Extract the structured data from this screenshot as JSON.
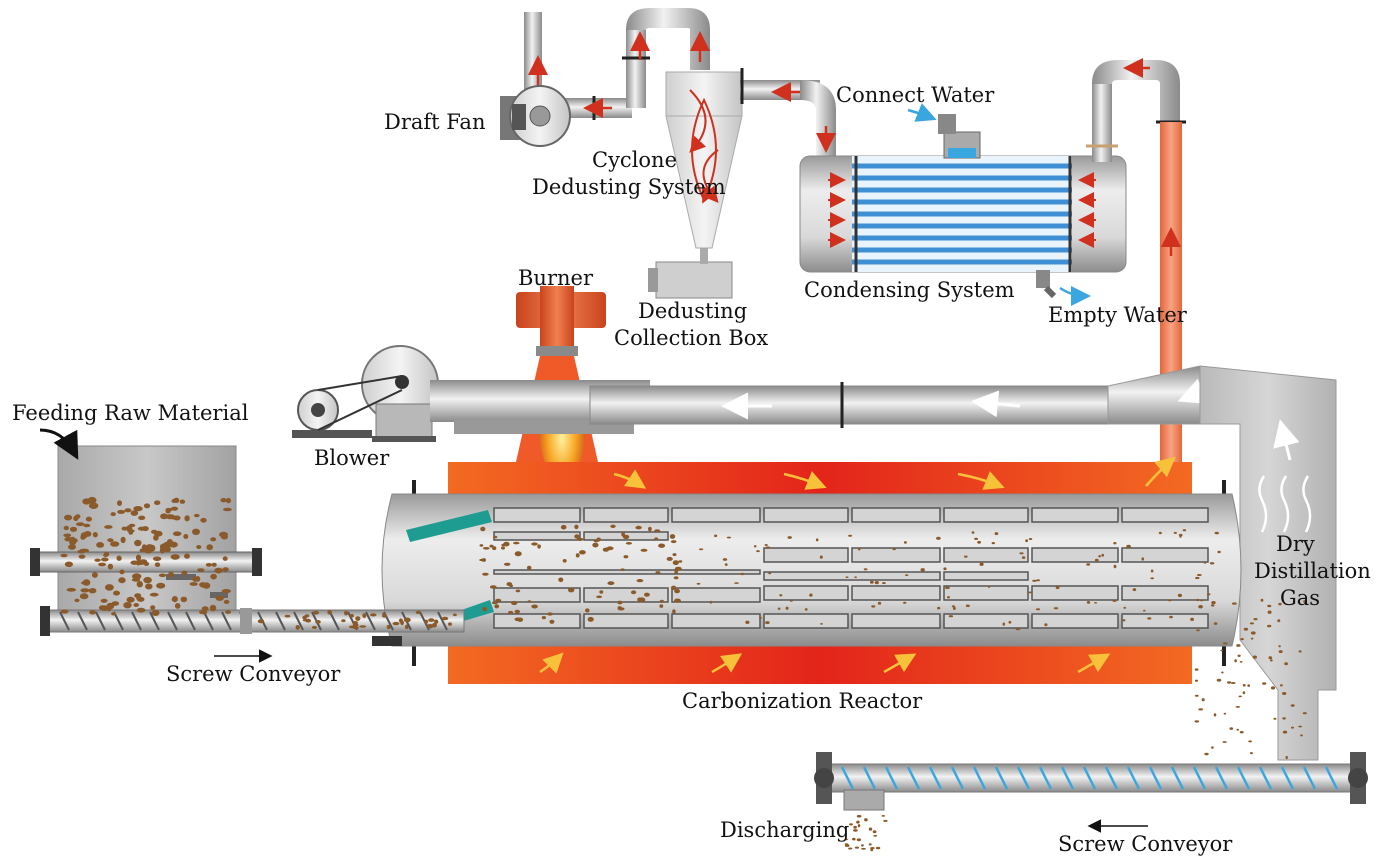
{
  "labels": {
    "draft_fan": "Draft Fan",
    "cyclone_line1": "Cyclone",
    "cyclone_line2": "Dedusting System",
    "connect_water": "Connect Water",
    "burner": "Burner",
    "dedusting_box_line1": "Dedusting",
    "dedusting_box_line2": "Collection Box",
    "condensing_system": "Condensing System",
    "empty_water": "Empty Water",
    "feeding_raw_material": "Feeding Raw Material",
    "blower": "Blower",
    "dry_gas_line1": "Dry",
    "dry_gas_line2": "Distillation",
    "dry_gas_line3": "Gas",
    "screw_conveyor_left": "Screw Conveyor",
    "carbonization_reactor": "Carbonization Reactor",
    "discharging": "Discharging",
    "screw_conveyor_right": "Screw Conveyor"
  },
  "colors": {
    "steel": "#b9b9b9",
    "steel_dark": "#7d7d7d",
    "furnace_hot": "#e8311b",
    "furnace_glow": "#f36a22",
    "condenser_tube": "#3e8fd4",
    "flame": "#f0a020",
    "material": "#8b5a2b",
    "spiral_blue": "#39a6e0",
    "arrow_red": "#d0301e",
    "hot_pipe": "#f08a62"
  },
  "icons": {
    "flow_arrow": "flow-arrow-icon",
    "water_in": "water-inlet-arrow-icon",
    "water_out": "water-outlet-arrow-icon"
  }
}
